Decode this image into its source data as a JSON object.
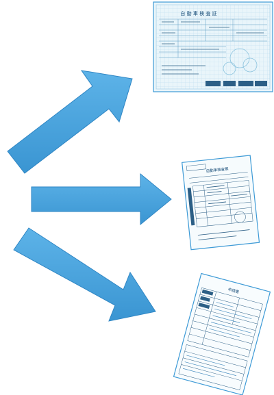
{
  "colors": {
    "arrow_fill": "#3d9ad6",
    "arrow_fill_light": "#5db3e8",
    "arrow_shadow": "#2a6fa0",
    "doc_border": "#3d9ad6",
    "doc_paper": "#eef7fb",
    "doc_ink": "#1a4f7a"
  },
  "arrows": [
    {
      "name": "arrow-up-right",
      "direction": "up-right"
    },
    {
      "name": "arrow-right",
      "direction": "right"
    },
    {
      "name": "arrow-down-right",
      "direction": "down-right"
    }
  ],
  "documents": [
    {
      "name": "document-top",
      "kind": "landscape certificate",
      "title": "自 動 車 検 査 証"
    },
    {
      "name": "document-middle",
      "kind": "rotated receipt form",
      "title": "自動車検査票"
    },
    {
      "name": "document-bottom",
      "kind": "rotated application form",
      "title": "申請書"
    }
  ]
}
